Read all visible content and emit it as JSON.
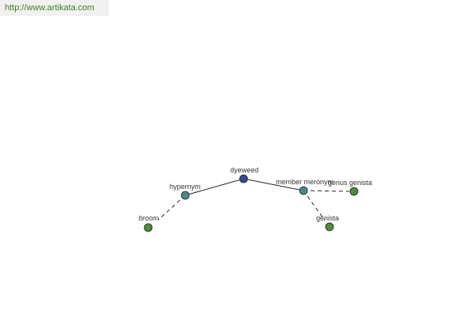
{
  "banner": {
    "url_text": "http://www.artikata.com"
  },
  "graph": {
    "nodes": {
      "dyeweed": {
        "label": "dyeweed",
        "color": "#334a9a"
      },
      "hypernym": {
        "label": "hypernym",
        "color": "#4b8a8a"
      },
      "member_meronym": {
        "label": "member meronym",
        "color": "#4b8a8a"
      },
      "broom": {
        "label": "broom",
        "color": "#4b8f3c"
      },
      "genus_genista": {
        "label": "genus genista",
        "color": "#4b8f3c"
      },
      "genista": {
        "label": "genista",
        "color": "#4b8f3c"
      }
    },
    "edges": [
      {
        "from": "dyeweed",
        "to": "hypernym",
        "style": "solid"
      },
      {
        "from": "dyeweed",
        "to": "member_meronym",
        "style": "solid"
      },
      {
        "from": "hypernym",
        "to": "broom",
        "style": "dashed"
      },
      {
        "from": "member_meronym",
        "to": "genus_genista",
        "style": "dashed"
      },
      {
        "from": "member_meronym",
        "to": "genista",
        "style": "dashed"
      }
    ]
  }
}
